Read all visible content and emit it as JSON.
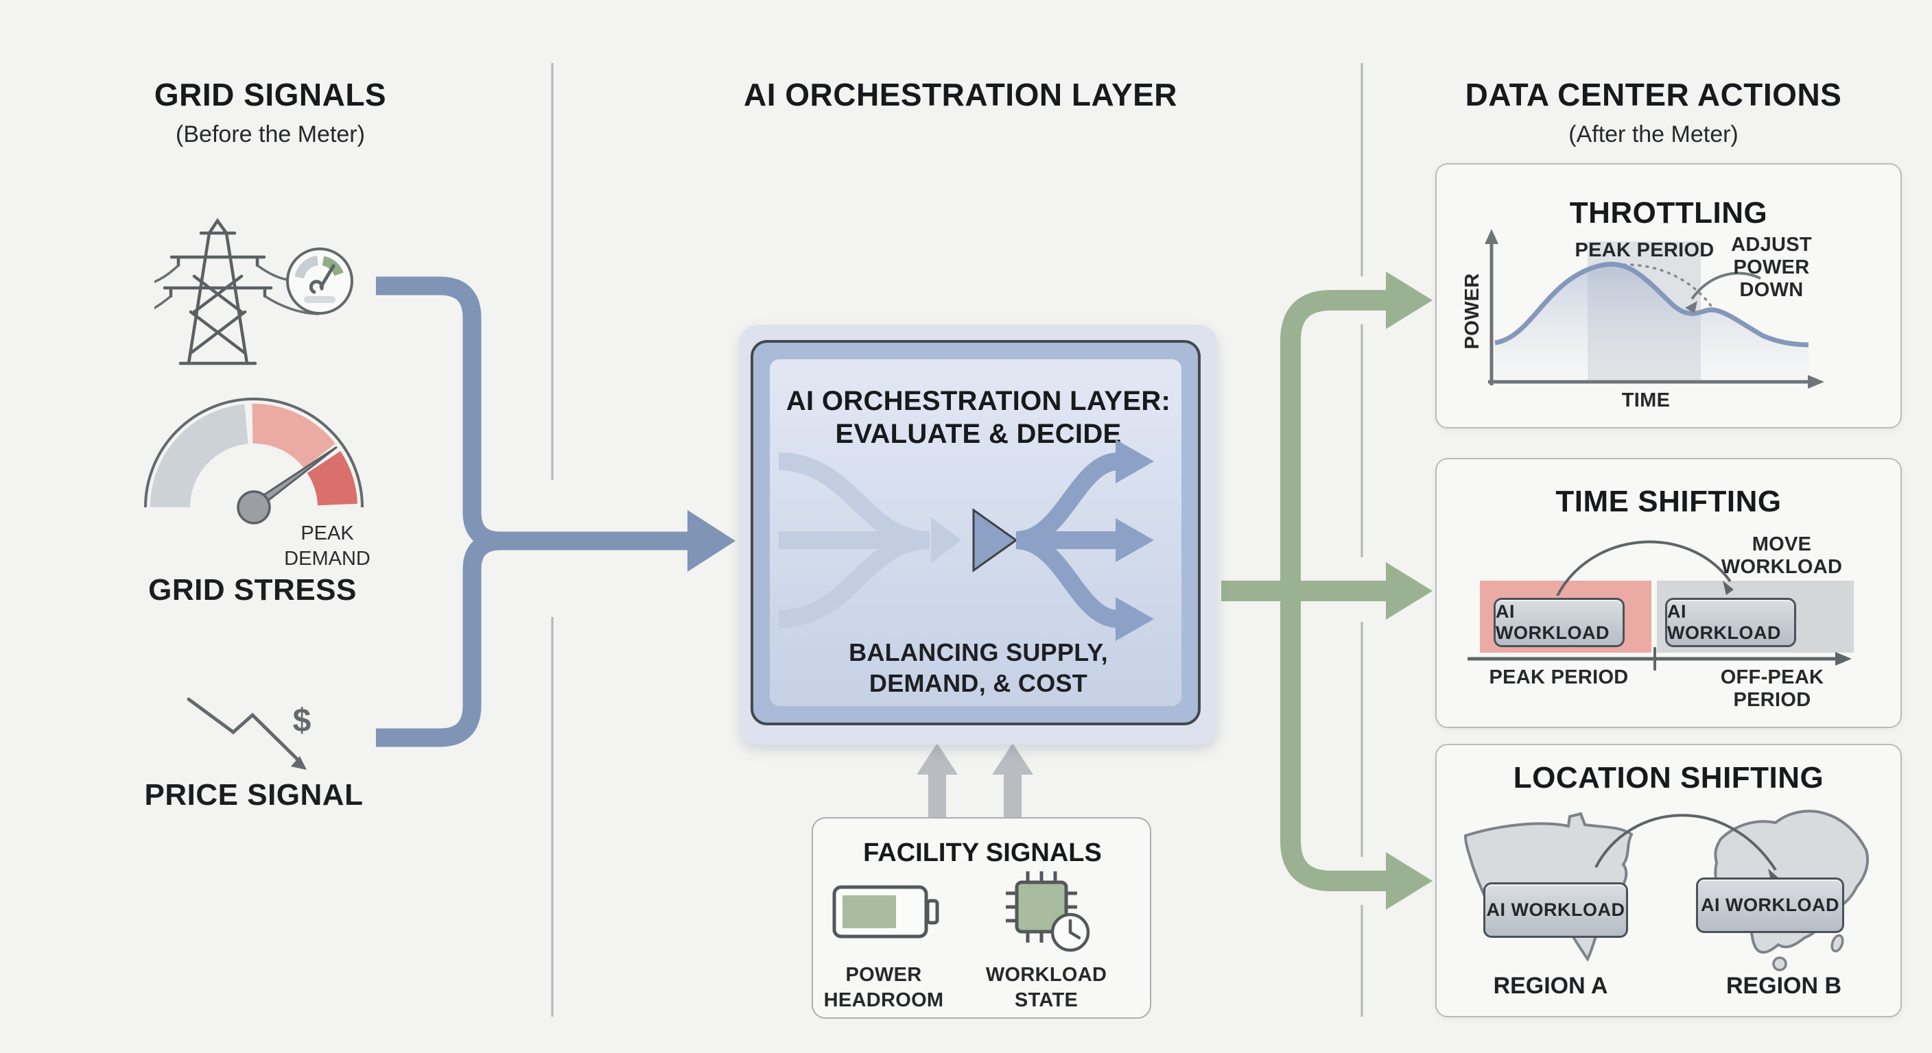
{
  "columns": {
    "left": {
      "title": "GRID SIGNALS",
      "subtitle": "(Before the Meter)"
    },
    "center": {
      "title": "AI ORCHESTRATION LAYER"
    },
    "right": {
      "title": "DATA CENTER ACTIONS",
      "subtitle": "(After the Meter)"
    }
  },
  "grid_signals": {
    "gauge_label_line1": "PEAK",
    "gauge_label_line2": "DEMAND",
    "stress_label": "GRID STRESS",
    "dollar": "$",
    "price_label": "PRICE SIGNAL"
  },
  "orchestration": {
    "title_line1": "AI ORCHESTRATION LAYER:",
    "title_line2": "EVALUATE & DECIDE",
    "caption_line1": "BALANCING SUPPLY,",
    "caption_line2": "DEMAND, & COST"
  },
  "facility": {
    "title": "FACILITY SIGNALS",
    "battery_label_line1": "POWER",
    "battery_label_line2": "HEADROOM",
    "chip_label_line1": "WORKLOAD",
    "chip_label_line2": "STATE"
  },
  "actions": {
    "throttling": {
      "title": "THROTTLING",
      "peak_label": "PEAK PERIOD",
      "annotation_line1": "ADJUST",
      "annotation_line2": "POWER",
      "annotation_line3": "DOWN",
      "y_axis": "POWER",
      "x_axis": "TIME"
    },
    "time_shifting": {
      "title": "TIME SHIFTING",
      "annotation_line1": "MOVE",
      "annotation_line2": "WORKLOAD",
      "left_box": "AI WORKLOAD",
      "right_box": "AI WORKLOAD",
      "left_label": "PEAK PERIOD",
      "right_label_line1": "OFF-PEAK",
      "right_label_line2": "PERIOD"
    },
    "location_shifting": {
      "title": "LOCATION SHIFTING",
      "left_box": "AI WORKLOAD",
      "right_box": "AI WORKLOAD",
      "left_label": "REGION A",
      "right_label": "REGION B"
    }
  },
  "icons": {
    "transmission-tower-icon": "lattice power pylon with sagging wires",
    "power-gauge-icon": "round dial with green arc segment",
    "grid-stress-gauge-icon": "semicircular dial, gray/pink/red, needle in red",
    "price-decline-icon": "zigzag arrow falling with dollar sign",
    "battery-icon": "battery outline with green charge block",
    "chip-clock-icon": "processor chip with clock overlay",
    "usa-map-icon": "United States silhouette",
    "china-map-icon": "China silhouette"
  },
  "colors": {
    "background": "#f3f3f1",
    "signal_blue": "#8094b6",
    "action_green": "#9bb292",
    "alert_red": "#d9706b",
    "alert_pink": "#ecaaa5",
    "neutral_gray": "#d3d7d8",
    "eco_green": "#a9bd9e",
    "box_blue_band": "#a9bbd8",
    "box_panel": "#ccd6e8"
  }
}
